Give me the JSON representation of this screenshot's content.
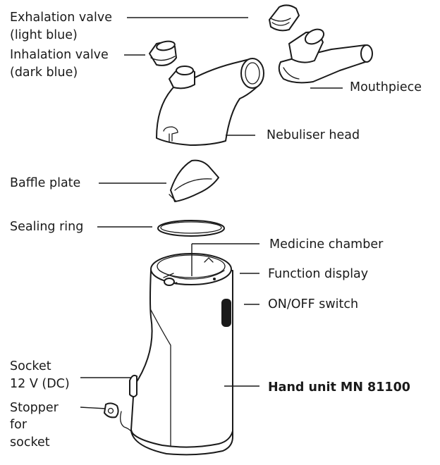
{
  "labels": {
    "exhalation_valve": "Exhalation valve",
    "exhalation_color": "(light blue)",
    "inhalation_valve": "Inhalation valve",
    "inhalation_color": "(dark blue)",
    "mouthpiece": "Mouthpiece",
    "nebuliser_head": "Nebuliser head",
    "baffle_plate": "Baffle plate",
    "sealing_ring": "Sealing ring",
    "medicine_chamber": "Medicine chamber",
    "function_display": "Function display",
    "on_off_switch": "ON/OFF switch",
    "socket": "Socket",
    "socket_voltage": "12 V (DC)",
    "hand_unit": "Hand unit MN 81100",
    "stopper_1": "Stopper",
    "stopper_2": "for",
    "stopper_3": "socket"
  }
}
